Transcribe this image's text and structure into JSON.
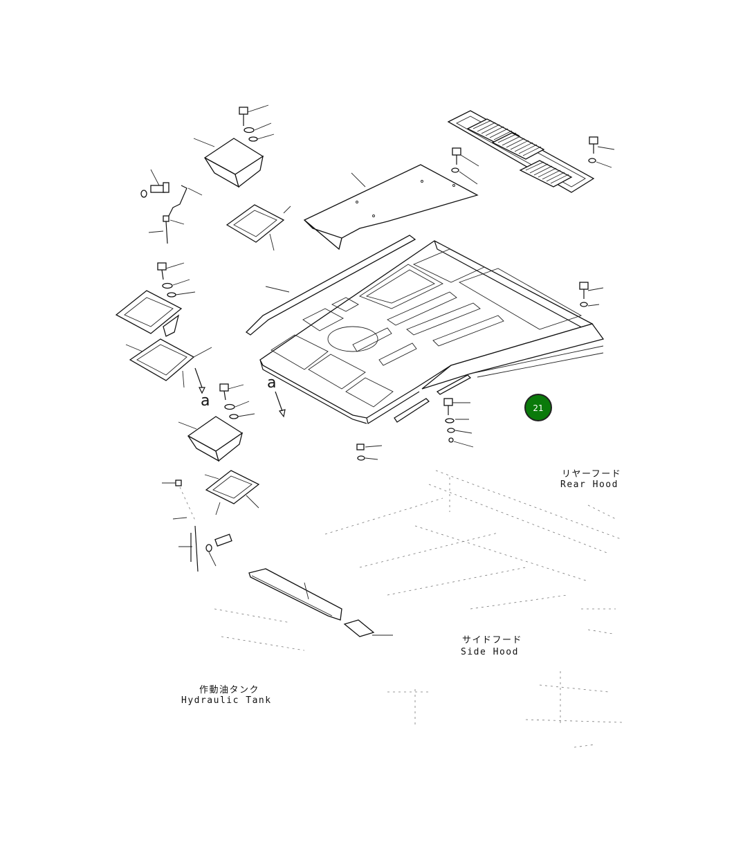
{
  "labels": {
    "rear_hood_jp": "リヤーフード",
    "rear_hood_en": "Rear Hood",
    "side_hood_jp": "サイドフード",
    "side_hood_en": "Side Hood",
    "hydraulic_tank_jp": "作動油タンク",
    "hydraulic_tank_en": "Hydraulic Tank",
    "arrow_a_1": "a",
    "arrow_a_2": "a"
  },
  "callout": {
    "number": "21",
    "color": "#0a7a0a"
  }
}
